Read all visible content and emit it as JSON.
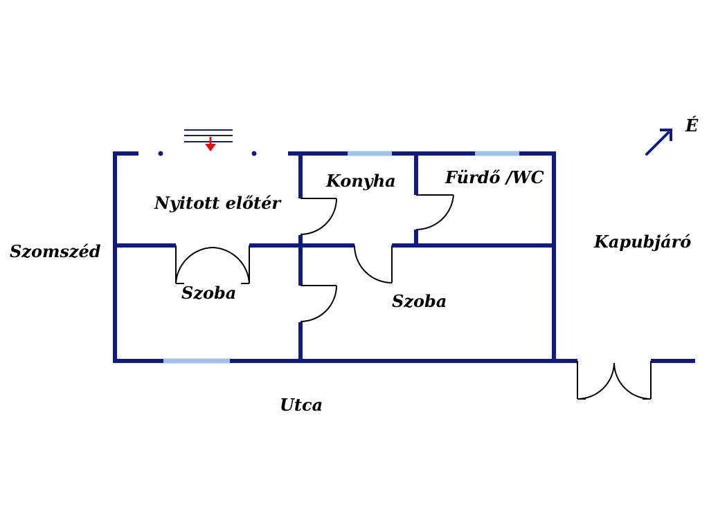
{
  "labels": {
    "open_hall": "Nyitott előtér",
    "kitchen": "Konyha",
    "bathroom": "Fürdő /WC",
    "room_left": "Szoba",
    "room_right": "Szoba",
    "neighbor": "Szomszéd",
    "gate_entrance": "Kapubjáró",
    "street": "Utca",
    "north": "É"
  },
  "colors": {
    "wall": "#0f1a86",
    "window": "#9fc3ea",
    "door": "#000000",
    "entry_arrow": "#e01010",
    "text": "#000000"
  },
  "icons": {
    "entry": "entry-arrow-icon",
    "north": "north-arrow-icon"
  }
}
